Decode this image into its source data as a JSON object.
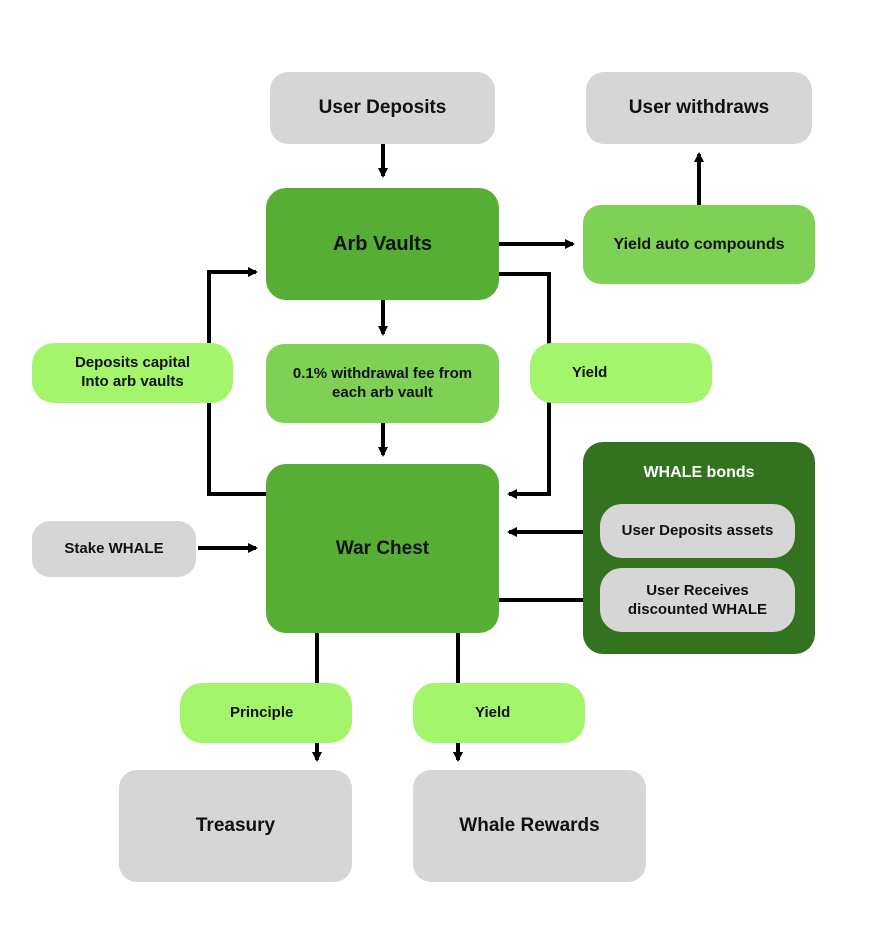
{
  "nodes": {
    "user_deposits": "User Deposits",
    "user_withdraws": "User withdraws",
    "arb_vaults": "Arb Vaults",
    "yield_auto_compounds": "Yield auto compounds",
    "deposits_capital": "Deposits capital\nInto arb vaults",
    "withdrawal_fee": "0.1% withdrawal fee from\neach arb vault",
    "yield_right": "Yield",
    "war_chest": "War Chest",
    "stake_whale": "Stake WHALE",
    "principle": "Principle",
    "yield_bottom": "Yield",
    "treasury": "Treasury",
    "whale_rewards": "Whale Rewards"
  },
  "whale_bonds": {
    "title": "WHALE bonds",
    "user_deposits_assets": "User Deposits assets",
    "user_receives": "User Receives\ndiscounted WHALE"
  },
  "colors": {
    "gray": "#d6d6d6",
    "mid_green": "#57ae35",
    "light_green": "#7fd155",
    "lime": "#a3f56c",
    "dark_green": "#33721f",
    "arrow": "#000000"
  }
}
